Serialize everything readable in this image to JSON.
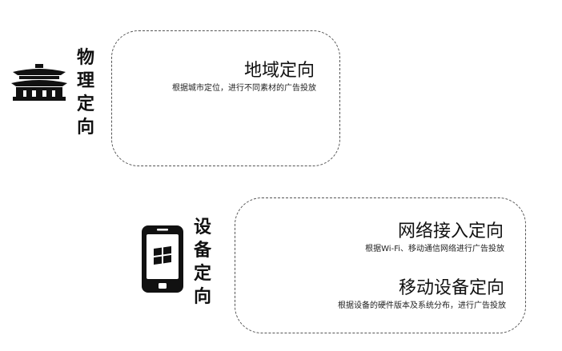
{
  "physical": {
    "title_chars": [
      "物",
      "理",
      "定",
      "向"
    ],
    "icon": "temple-icon",
    "heading": "地域定向",
    "description": "根据城市定位，进行不同素材的广告投放"
  },
  "device": {
    "title_chars": [
      "设",
      "备",
      "定",
      "向"
    ],
    "icon": "windows-phone-icon",
    "network": {
      "heading": "网络接入定向",
      "description": "根据Wi-Fi、移动通信网络进行广告投放"
    },
    "mobile": {
      "heading": "移动设备定向",
      "description": "根据设备的硬件版本及系统分布，进行广告投放"
    }
  },
  "colors": {
    "text": "#111111",
    "border": "#555555"
  }
}
